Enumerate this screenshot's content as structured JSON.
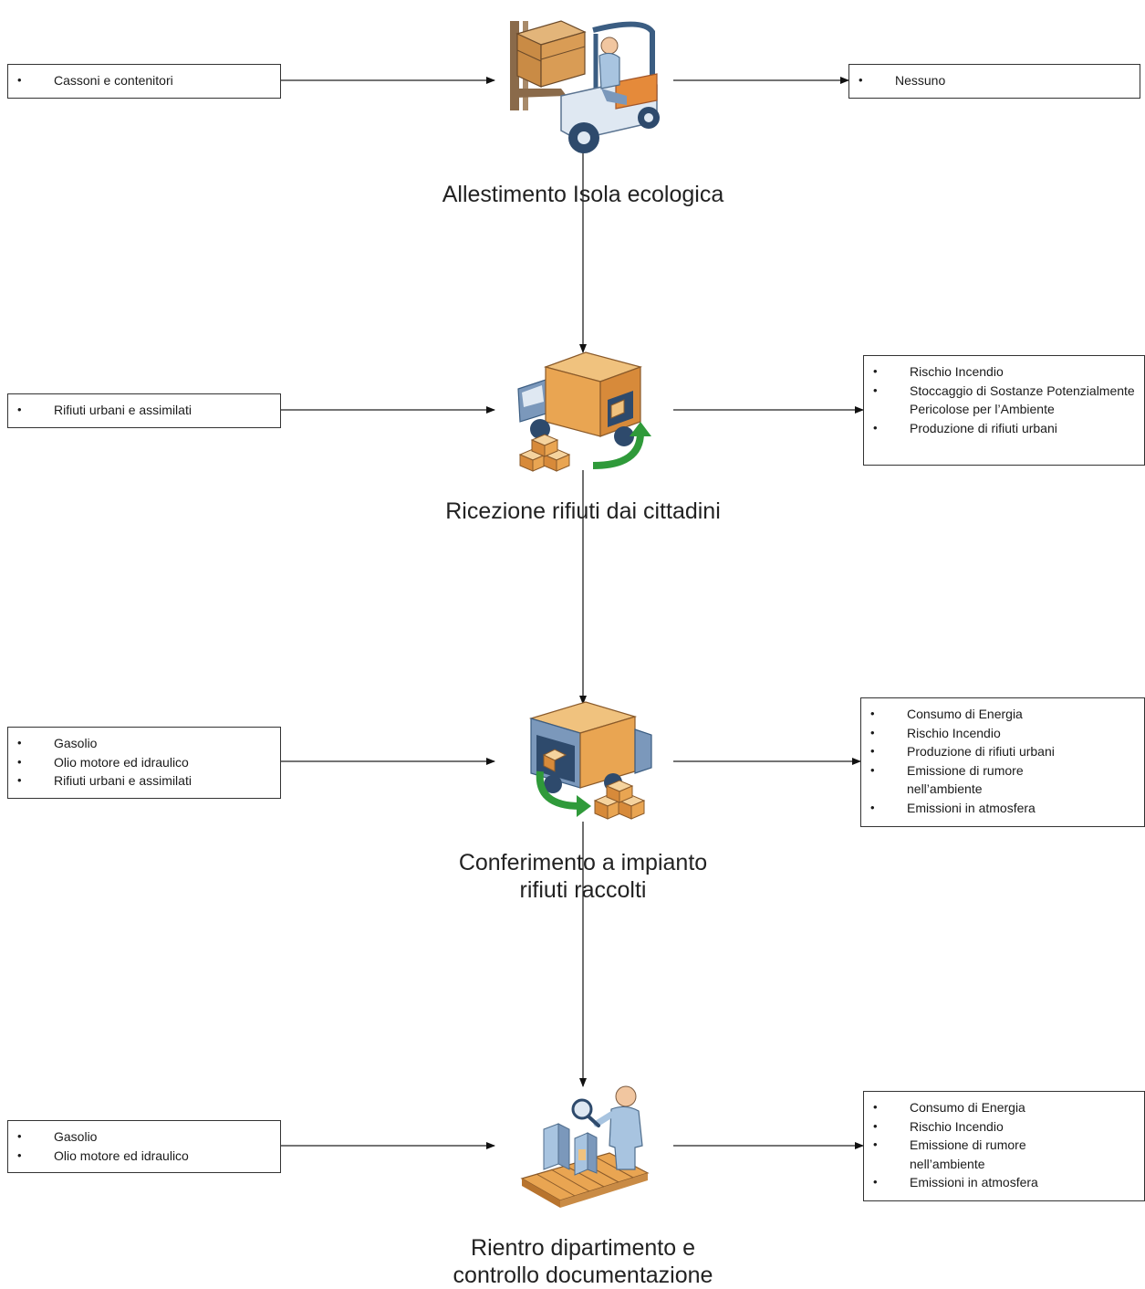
{
  "steps": [
    {
      "title_lines": [
        "Allestimento Isola ecologica"
      ],
      "inputs": [
        "Cassoni e contenitori"
      ],
      "outputs": [
        "Nessuno"
      ],
      "icon": "forklift-icon"
    },
    {
      "title_lines": [
        "Ricezione rifiuti dai cittadini"
      ],
      "inputs": [
        "Rifiuti urbani e assimilati"
      ],
      "outputs": [
        "Rischio Incendio",
        "Stoccaggio di Sostanze Potenzialmente Pericolose per l’Ambiente",
        "Produzione di rifiuti urbani"
      ],
      "icon": "truck-loading-icon"
    },
    {
      "title_lines": [
        "Conferimento a impianto",
        "rifiuti raccolti"
      ],
      "inputs": [
        "Gasolio",
        "Olio motore ed idraulico",
        "Rifiuti urbani e assimilati"
      ],
      "outputs": [
        "Consumo di Energia",
        "Rischio Incendio",
        "Produzione di rifiuti urbani",
        "Emissione di rumore nell’ambiente",
        "Emissioni in atmosfera"
      ],
      "icon": "truck-unloading-icon"
    },
    {
      "title_lines": [
        "Rientro dipartimento e",
        "controllo documentazione"
      ],
      "inputs": [
        "Gasolio",
        "Olio motore ed idraulico"
      ],
      "outputs": [
        "Consumo di Energia",
        "Rischio Incendio",
        "Emissione di rumore nell’ambiente",
        "Emissioni in atmosfera"
      ],
      "icon": "inspection-conveyor-icon"
    }
  ]
}
